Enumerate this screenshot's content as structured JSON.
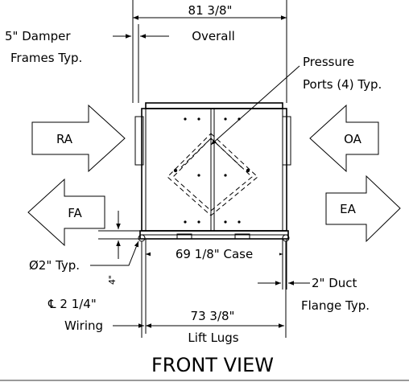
{
  "view_title": "FRONT VIEW",
  "airflow": {
    "ra": "RA",
    "oa": "OA",
    "fa": "FA",
    "ea": "EA"
  },
  "dimensions": {
    "overall_value": "81 3/8\"",
    "overall_label": "Overall",
    "damper_line1": "5\" Damper",
    "damper_line2": "Frames Typ.",
    "pressure_line1": "Pressure",
    "pressure_line2": "Ports (4) Typ.",
    "diameter_label": "Ø2\" Typ.",
    "small_dim": "4\"",
    "case_label": "69 1/8\" Case",
    "duct_line1": "2\" Duct",
    "duct_line2": "Flange Typ.",
    "wiring_line1": "℄ 2 1/4\"",
    "wiring_line2": "Wiring",
    "lift_value": "73 3/8\"",
    "lift_label": "Lift Lugs"
  }
}
